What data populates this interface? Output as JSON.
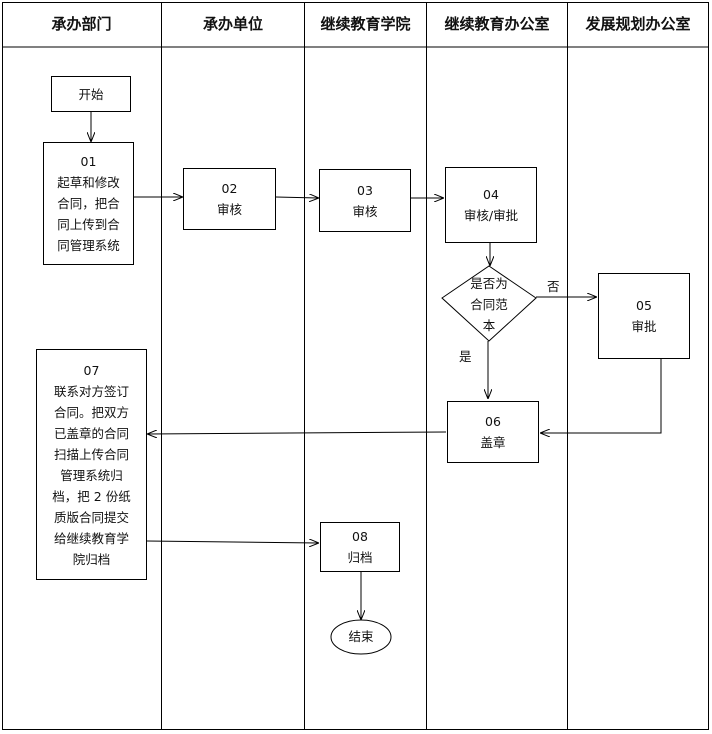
{
  "lanes": [
    "承办部门",
    "承办单位",
    "继续教育学院",
    "继续教育办公室",
    "发展规划办公室"
  ],
  "nodes": {
    "start": "开始",
    "n01": [
      "01",
      "起草和修改",
      "合同，把合",
      "同上传到合",
      "同管理系统"
    ],
    "n02": [
      "02",
      "审核"
    ],
    "n03": [
      "03",
      "审核"
    ],
    "n04": [
      "04",
      "审核/审批"
    ],
    "decision": [
      "是否为",
      "合同范",
      "本"
    ],
    "n05": [
      "05",
      "审批"
    ],
    "n06": [
      "06",
      "盖章"
    ],
    "n07": [
      "07",
      "联系对方签订",
      "合同。把双方",
      "已盖章的合同",
      "扫描上传合同",
      "管理系统归",
      "档，把 2 份纸",
      "质版合同提交",
      "给继续教育学",
      "院归档"
    ],
    "n08": [
      "08",
      "归档"
    ],
    "end": "结束"
  },
  "labels": {
    "no": "否",
    "yes": "是"
  }
}
